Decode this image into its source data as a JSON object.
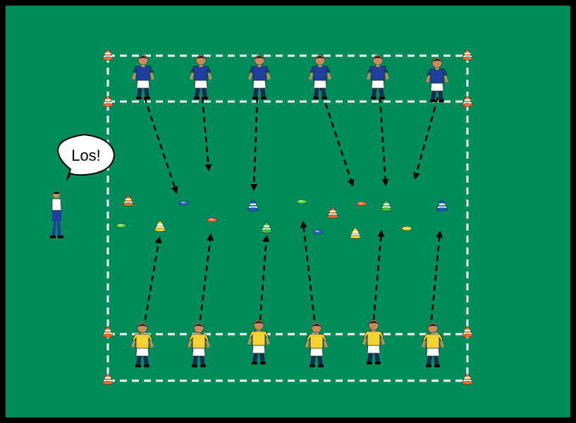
{
  "field": {
    "color": "#008b5a",
    "border_color": "#000000"
  },
  "coach": {
    "speech": "Los!"
  },
  "teams": {
    "blue": {
      "shirt_color": "#1f3f9f",
      "shorts_color": "#ffffff",
      "count": 6
    },
    "yellow": {
      "shirt_color": "#f3d232",
      "shorts_color": "#ffffff",
      "count": 6
    }
  },
  "corner_cones_color": "#f26a2a",
  "arrow_style": "dashed"
}
